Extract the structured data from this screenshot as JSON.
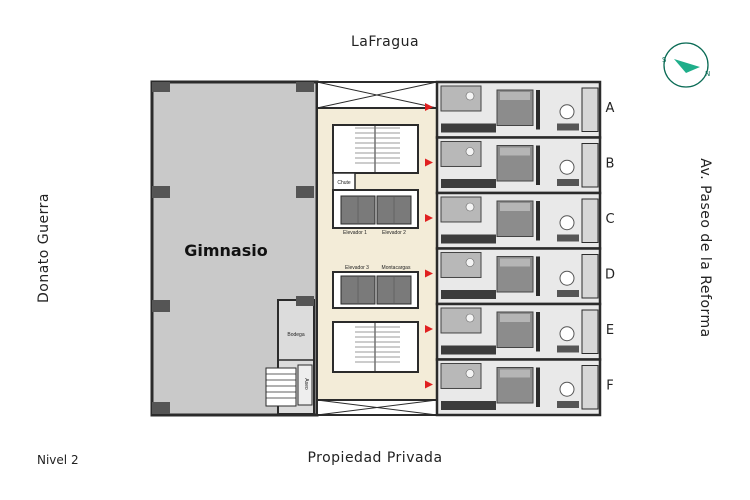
{
  "streets": {
    "top": "LaFragua",
    "bottom": "Propiedad Privada",
    "left": "Donato Guerra",
    "right": "Av. Paseo de la Reforma"
  },
  "level_label": "Nivel 2",
  "rooms": {
    "gym": "Gimnasio",
    "storage": "Bodega",
    "bath": "Aseo",
    "chute": "Chute",
    "elevator_1": "Elevador 1",
    "elevator_2": "Elevador 2",
    "elevator_3": "Elevador 3",
    "freight": "Montacargas"
  },
  "units": [
    "A",
    "B",
    "C",
    "D",
    "E",
    "F"
  ],
  "compass": {
    "south": "S",
    "north": "N"
  },
  "colors": {
    "gym_floor": "#c9c9c9",
    "corridor": "#f3ecd8",
    "wall": "#2b2b2b",
    "marker": "#e02020",
    "compass": "#0a6b55",
    "compass_fill": "#1fae8a"
  }
}
